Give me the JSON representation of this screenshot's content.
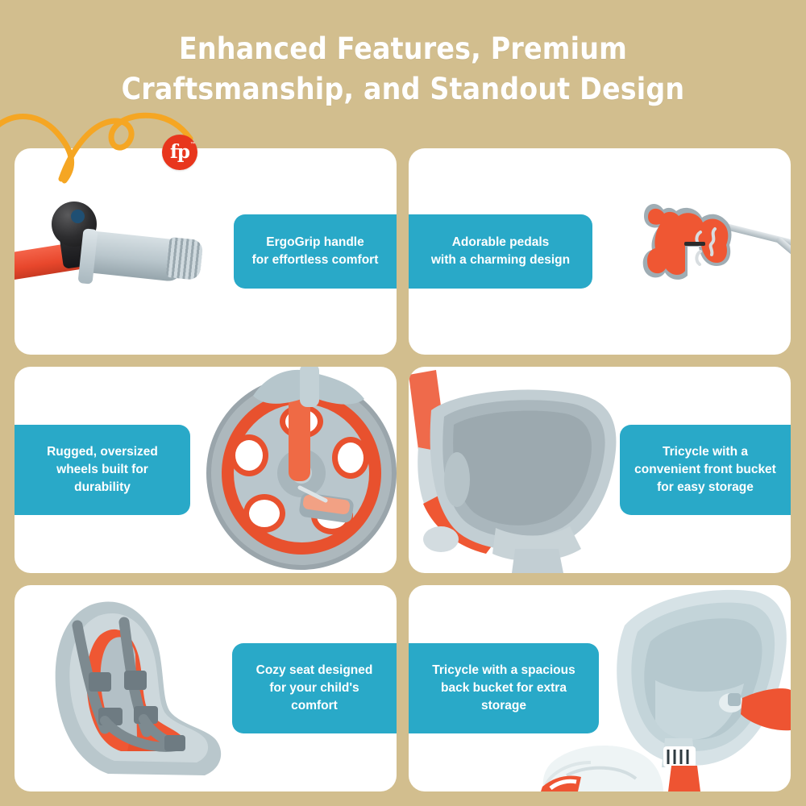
{
  "header": {
    "title_line1": "Enhanced Features, Premium",
    "title_line2": "Craftsmanship, and Standout Design"
  },
  "brand": {
    "logo_text": "fp",
    "trademark": "™"
  },
  "colors": {
    "background": "#d2be8e",
    "card": "#ffffff",
    "callout": "#29a9c8",
    "callout_text": "#ffffff",
    "title_text": "#ffffff",
    "accent_orange": "#f5a623",
    "product_red": "#e8472c",
    "product_grey": "#b9c6cc",
    "logo_red": "#e8361d",
    "dot_navy": "#1f4f73"
  },
  "cards": [
    {
      "id": "ergogrip-handle",
      "caption": "ErgoGrip handle\nfor effortless comfort",
      "caption_line1": "ErgoGrip handle",
      "caption_line2": "for effortless comfort",
      "caption_side": "right",
      "image_alt": "tricycle handlebar grip with black bell"
    },
    {
      "id": "adorable-pedals",
      "caption": "Adorable pedals\nwith a charming design",
      "caption_line1": "Adorable pedals",
      "caption_line2": "with a charming design",
      "caption_side": "left",
      "image_alt": "orange bear-shaped pedal"
    },
    {
      "id": "oversized-wheels",
      "caption": "Rugged, oversized\nwheels built for\ndurability",
      "caption_line1": "Rugged, oversized",
      "caption_line2": "wheels built for",
      "caption_line3": "durability",
      "caption_side": "left",
      "image_alt": "oversized grey wheel with orange rim"
    },
    {
      "id": "front-bucket",
      "caption": "Tricycle with a\nconvenient front bucket\nfor easy storage",
      "caption_line1": "Tricycle with a",
      "caption_line2": "convenient front bucket",
      "caption_line3": "for easy storage",
      "caption_side": "right",
      "image_alt": "grey front storage bucket"
    },
    {
      "id": "cozy-seat",
      "caption": "Cozy seat designed\nfor your child's\ncomfort",
      "caption_line1": "Cozy seat designed",
      "caption_line2": "for your child's",
      "caption_line3": "comfort",
      "caption_side": "right",
      "image_alt": "padded seat with grey safety harness"
    },
    {
      "id": "back-bucket",
      "caption": "Tricycle with a spacious\nback bucket for extra\nstorage",
      "caption_line1": "Tricycle with a spacious",
      "caption_line2": "back bucket for extra",
      "caption_line3": "storage",
      "caption_side": "left",
      "image_alt": "spacious rear storage bucket"
    }
  ]
}
